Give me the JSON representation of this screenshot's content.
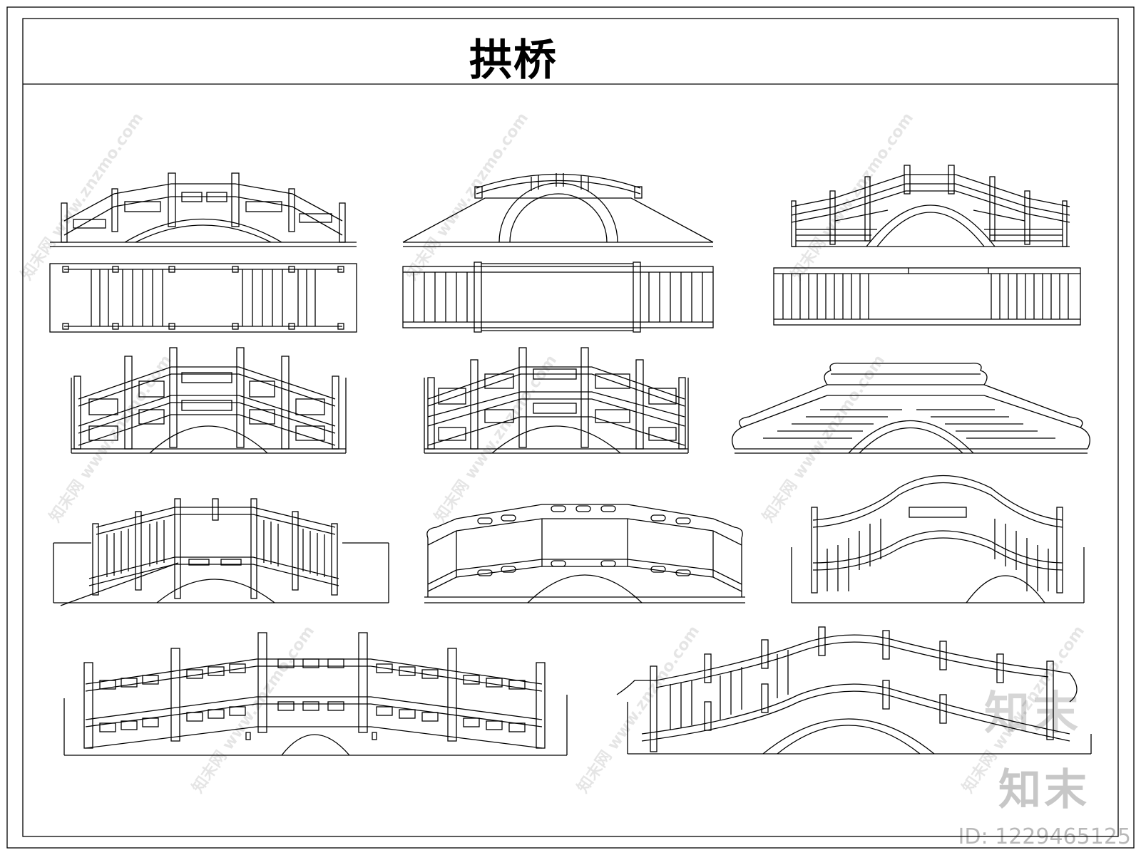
{
  "title": "拱桥",
  "watermark_text": "知末网 www.znzmo.com",
  "logo_text_upper": "知末",
  "logo_text_lower": "知末",
  "id_text": "ID: 1229465125",
  "bridges": [
    {
      "name": "bridge-elevation-1",
      "style": "panel-rail"
    },
    {
      "name": "bridge-elevation-2",
      "style": "ramp-arch"
    },
    {
      "name": "bridge-elevation-3",
      "style": "post-rail-steps"
    },
    {
      "name": "bridge-plan-1",
      "style": "plan"
    },
    {
      "name": "bridge-plan-2",
      "style": "plan"
    },
    {
      "name": "bridge-plan-3",
      "style": "plan"
    },
    {
      "name": "bridge-elevation-4",
      "style": "double-rail"
    },
    {
      "name": "bridge-elevation-5",
      "style": "double-rail"
    },
    {
      "name": "bridge-elevation-6",
      "style": "scroll-ends"
    },
    {
      "name": "bridge-elevation-7",
      "style": "stepped-rail"
    },
    {
      "name": "bridge-elevation-8",
      "style": "oval-panels"
    },
    {
      "name": "bridge-elevation-9",
      "style": "wave-rail"
    },
    {
      "name": "bridge-elevation-10",
      "style": "long-panel"
    },
    {
      "name": "bridge-elevation-11",
      "style": "curved-long"
    }
  ]
}
